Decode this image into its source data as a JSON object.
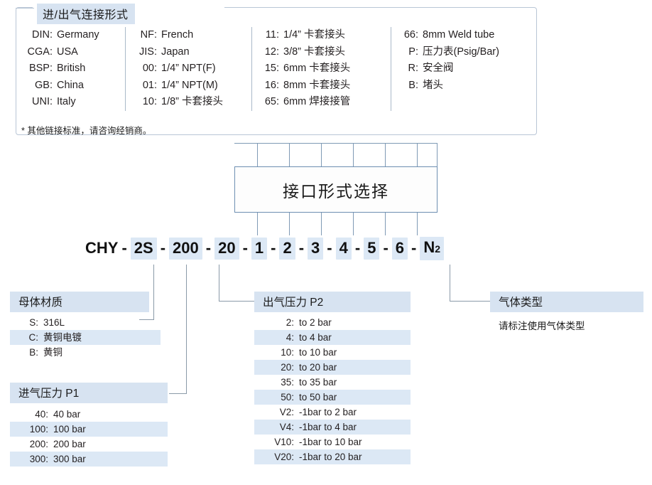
{
  "connection_panel": {
    "title": "进/出气连接形式",
    "note": "* 其他链接标准，请咨询经销商。",
    "columns": [
      {
        "rows": [
          {
            "key": "DIN:",
            "value": "Germany"
          },
          {
            "key": "CGA:",
            "value": "USA"
          },
          {
            "key": "BSP:",
            "value": "British"
          },
          {
            "key": "GB:",
            "value": "China"
          },
          {
            "key": "UNI:",
            "value": "Italy"
          }
        ]
      },
      {
        "rows": [
          {
            "key": "NF:",
            "value": "French"
          },
          {
            "key": "JIS:",
            "value": "Japan"
          },
          {
            "key": "00:",
            "value": "1/4” NPT(F)"
          },
          {
            "key": "01:",
            "value": "1/4” NPT(M)"
          },
          {
            "key": "10:",
            "value": "1/8” 卡套接头"
          }
        ]
      },
      {
        "rows": [
          {
            "key": "11:",
            "value": "1/4” 卡套接头"
          },
          {
            "key": "12:",
            "value": "3/8” 卡套接头"
          },
          {
            "key": "15:",
            "value": "6mm 卡套接头"
          },
          {
            "key": "16:",
            "value": "8mm 卡套接头"
          },
          {
            "key": "65:",
            "value": "6mm 焊接接管"
          }
        ]
      },
      {
        "rows": [
          {
            "key": "66:",
            "value": "8mm Weld tube"
          },
          {
            "key": "P:",
            "value": "压力表(Psig/Bar)"
          },
          {
            "key": "R:",
            "value": "安全阀"
          },
          {
            "key": "B:",
            "value": "堵头"
          }
        ]
      }
    ]
  },
  "center_box": {
    "label": "接口形式选择"
  },
  "code_line": {
    "segments": [
      {
        "text": "CHY",
        "highlight": false
      },
      {
        "text": "2S",
        "highlight": true
      },
      {
        "text": "200",
        "highlight": true
      },
      {
        "text": "20",
        "highlight": true
      },
      {
        "text": "1",
        "highlight": true
      },
      {
        "text": "2",
        "highlight": true
      },
      {
        "text": "3",
        "highlight": true
      },
      {
        "text": "4",
        "highlight": true
      },
      {
        "text": "5",
        "highlight": true
      },
      {
        "text": "6",
        "highlight": true
      },
      {
        "text": "N2",
        "highlight": true,
        "subscript": "2",
        "base": "N"
      }
    ],
    "separator": "-"
  },
  "sections": {
    "material": {
      "title": "母体材质",
      "rows": [
        {
          "key": "S:",
          "value": "316L"
        },
        {
          "key": "C:",
          "value": "黄铜电镀"
        },
        {
          "key": "B:",
          "value": "黄铜"
        }
      ]
    },
    "inlet_pressure": {
      "title": "进气压力 P1",
      "rows": [
        {
          "key": "40:",
          "value": "40 bar"
        },
        {
          "key": "100:",
          "value": "100 bar"
        },
        {
          "key": "200:",
          "value": "200 bar"
        },
        {
          "key": "300:",
          "value": "300 bar"
        }
      ]
    },
    "outlet_pressure": {
      "title": "出气压力 P2",
      "rows": [
        {
          "key": "2:",
          "value": "to 2 bar"
        },
        {
          "key": "4:",
          "value": "to 4 bar"
        },
        {
          "key": "10:",
          "value": "to 10 bar"
        },
        {
          "key": "20:",
          "value": "to 20 bar"
        },
        {
          "key": "35:",
          "value": "to 35 bar"
        },
        {
          "key": "50:",
          "value": "to 50 bar"
        },
        {
          "key": "V2:",
          "value": "-1bar to 2 bar"
        },
        {
          "key": "V4:",
          "value": "-1bar to 4 bar"
        },
        {
          "key": "V10:",
          "value": "-1bar to 10 bar"
        },
        {
          "key": "V20:",
          "value": "-1bar to 20 bar"
        }
      ]
    },
    "gas_type": {
      "title": "气体类型",
      "note": "请标注使用气体类型"
    }
  },
  "colors": {
    "highlight": "#dce8f5",
    "title_bar": "#d7e3f1",
    "box_border": "#6e8fb2",
    "panel_border": "#b9c6d6",
    "connector": "#8a9aa8",
    "text": "#1a1a1a"
  }
}
